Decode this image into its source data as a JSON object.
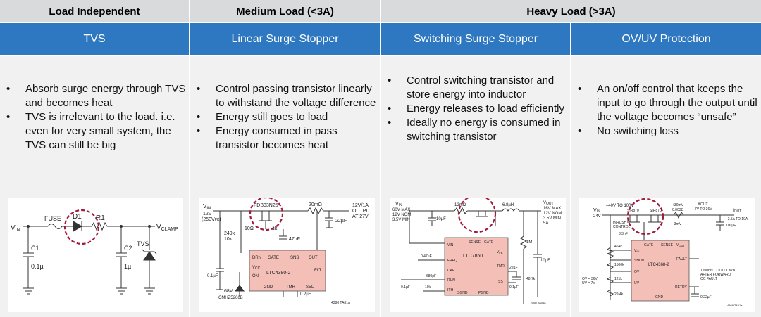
{
  "categories": [
    {
      "label": "Load Independent"
    },
    {
      "label": "Medium Load (<3A)"
    },
    {
      "label": "Heavy Load (>3A)"
    }
  ],
  "columns": [
    {
      "header": "TVS",
      "bullets": [
        "Absorb surge energy through TVS and becomes heat",
        "TVS is irrelevant to the load. i.e. even for very small system, the TVS can still be big"
      ],
      "diagram": {
        "labels": {
          "vin": "V",
          "vin_sub": "IN",
          "fuse": "FUSE",
          "d1": "D1",
          "r1": "R1",
          "c1": "C1",
          "c1v": "0.1µ",
          "c2": "C2",
          "c2v": "1µ",
          "tvs": "TVS",
          "vclamp": "V",
          "vclamp_sub": "CLAMP"
        }
      }
    },
    {
      "header": "Linear Surge Stopper",
      "bullets": [
        "Control passing transistor linearly to withstand the voltage difference",
        "Energy still goes to load",
        "Energy consumed in pass transistor becomes heat"
      ],
      "diagram": {
        "labels": {
          "vin": "V",
          "vin_sub": "IN",
          "vin2": "12V",
          "vin3": "(250V",
          "vin3_sub": "PK",
          "vin3_end": ")",
          "fet": "FDB33N25",
          "res": "20mΩ",
          "out1": "12V/1A",
          "out2": "OUTPUT",
          "out3": "AT 27V",
          "cap22": "22µF",
          "r249": "249k",
          "r10": "10Ω",
          "r1k": "1k",
          "c47": "47nF",
          "r10k": "10k",
          "chip": "LTC4380-2",
          "drn": "DRN",
          "gate": "GATE",
          "sns": "SNS",
          "out": "OUT",
          "vcc": "V",
          "vcc_sub": "CC",
          "on": "ON",
          "flt": "FLT",
          "gnd": "GND",
          "tmr": "TMR",
          "sel": "SEL",
          "c01": "0.1µF",
          "c02": "0.2µF",
          "z1": "68V",
          "z2": "CMHZ5266B",
          "ref": "4380 TA01a"
        }
      }
    },
    {
      "header": "Switching Surge Stopper",
      "bullets": [
        "Control switching transistor and store energy into inductor",
        "Energy releases to load efficiently",
        "Ideally no energy is consumed in switching transistor"
      ],
      "diagram": {
        "labels": {
          "vin": "V",
          "vin_sub": "IN",
          "vin2": "60V MAX",
          "vin3": "12V NOM",
          "vin4": "3.5V MIN",
          "res": "12mΩ",
          "ind": "6.8µH",
          "vout": "V",
          "vout_sub": "OUT",
          "vo2": "16V MAX",
          "vo3": "12V NOM",
          "vo4": "3.5V MIN",
          "vo5": "5A",
          "c10": "10µF",
          "r1m": "1M",
          "c10b": "10µF",
          "chip": "LTC7860",
          "vin_pin": "VIN",
          "freq": "FREQ",
          "cap": "CAP",
          "run": "RUN",
          "ith": "ITH",
          "sense": "SENSE",
          "gate": "GATE",
          "vfb": "V",
          "vfb_sub": "FB",
          "tmr": "TMR",
          "ss": "SS",
          "sgnd": "SGND",
          "pgnd": "PGND",
          "c47": "0.47µF",
          "c680": "680pF",
          "r10k": "10k",
          "c01": "0.1µF",
          "c22": "22µF",
          "c01b": "0.1µF",
          "r487": "48.7k",
          "ref": "7860 TA01a"
        }
      }
    },
    {
      "header": "OV/UV Protection",
      "bullets": [
        "An on/off control that keeps the input to go through the output until the voltage becomes “unsafe”",
        "No switching loss"
      ],
      "diagram": {
        "labels": {
          "vin": "V",
          "vin_sub": "IN",
          "vin2": "24V",
          "range": "–40V TO 100V",
          "fet1": "SIR870",
          "fet2": "SIR870",
          "sense_r": "+30mV",
          "sense_r2": "0.003Ω",
          "sense_r3": "–3mV",
          "vout": "V",
          "vout_sub": "OUT",
          "vout2": "7V TO 36V",
          "iout": "I",
          "iout_sub": "OUT",
          "iout2": "–2.5A TO 10A",
          "inrush1": "INRUSH",
          "inrush2": "CONTROL",
          "r33": "3.3nF",
          "c100": "100µF",
          "chip": "LTC4368-2",
          "gate": "GATE",
          "sense": "SENSE",
          "vout_pin": "V",
          "vout_pin_sub": "OUT",
          "vin_pin": "V",
          "vin_pin_sub": "IN",
          "shdn": "SHDN",
          "ov": "OV",
          "uv": "UV",
          "fault": "FAULT",
          "retry": "RETRY",
          "gnd": "GND",
          "r464": "464k",
          "r1500": "1500k",
          "r121": "121k",
          "r294": "29.4k",
          "ovuv1": "OV = 36V",
          "ovuv2": "UV = 7V",
          "cool1": "1200ms COOLDOWN",
          "cool2": "AFTER FORWARD",
          "cool3": "OC FAULT",
          "c022": "0.22µF",
          "ref": "4368 TA01a"
        }
      }
    }
  ]
}
